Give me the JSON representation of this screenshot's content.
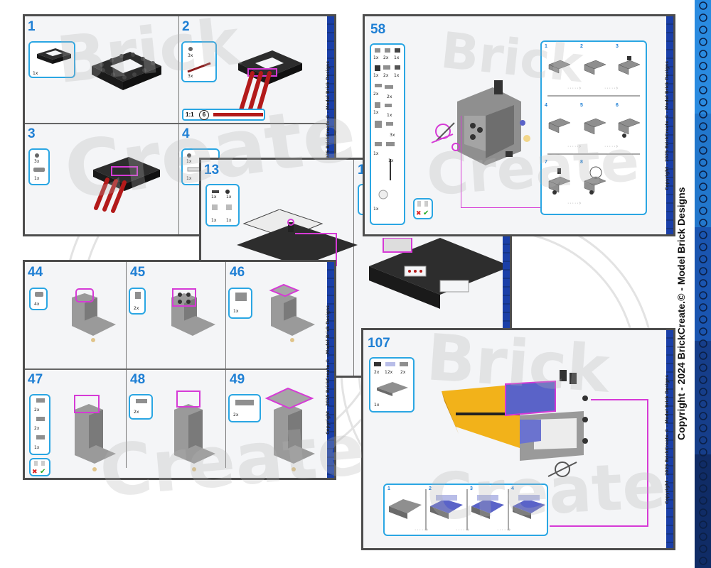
{
  "pages": {
    "p1": {
      "steps": [
        {
          "num": "1",
          "qty": "1x"
        },
        {
          "num": "2",
          "qty_a": "3x",
          "qty_b": "3x",
          "scale": "1:1",
          "scale_num": "6"
        },
        {
          "num": "3",
          "qty_a": "3x",
          "qty_b": "1x"
        },
        {
          "num": "4",
          "qty_a": "1x",
          "qty_b": "1x"
        }
      ],
      "copyright": "Copyright - 2025 BrickCreate.© - Model Brick Designs"
    },
    "p13": {
      "num": "13",
      "qty": [
        "1x",
        "1x",
        "1x",
        "1x"
      ]
    },
    "p58": {
      "num": "58",
      "qty": [
        "1x",
        "2x",
        "1x",
        "1x",
        "2x",
        "1x",
        "2x",
        "2x",
        "1x",
        "1x",
        "3x",
        "1x",
        "1x",
        "1x"
      ],
      "sub": [
        "1",
        "2",
        "3",
        "4",
        "5",
        "6",
        "7",
        "8"
      ],
      "copyright": "Copyright - 2025 BrickCreate.© - Model Brick Designs"
    },
    "p44": {
      "steps": [
        {
          "num": "44",
          "qty": "4x"
        },
        {
          "num": "45",
          "qty": "2x"
        },
        {
          "num": "46",
          "qty": "1x"
        },
        {
          "num": "47",
          "qty": [
            "2x",
            "2x",
            "1x"
          ]
        },
        {
          "num": "48",
          "qty": "2x"
        },
        {
          "num": "49",
          "qty": "2x"
        }
      ],
      "copyright": "Copyright - 2025 BrickCreate.© - Model Brick Designs"
    },
    "p107": {
      "num": "107",
      "qty": [
        "2x",
        "12x",
        "2x",
        "1x"
      ],
      "sub": [
        "1",
        "2",
        "3",
        "4"
      ],
      "copyright": "Copyright - 2025 BrickCreate.© - Model Brick Designs"
    }
  },
  "watermark": {
    "line1": "Brick",
    "line2": "Create"
  },
  "main_copyright": "Copyright - 2024 BrickCreate.© - Model Brick Designs",
  "colors": {
    "accent": "#1e7fd4",
    "brick_dark": "#2a2a2a",
    "brick_grey": "#8f8f8f",
    "brick_red": "#b31a1a",
    "brick_yellow": "#f2b21a",
    "brick_blue": "#5a63c8",
    "highlight": "#d63ad6"
  }
}
